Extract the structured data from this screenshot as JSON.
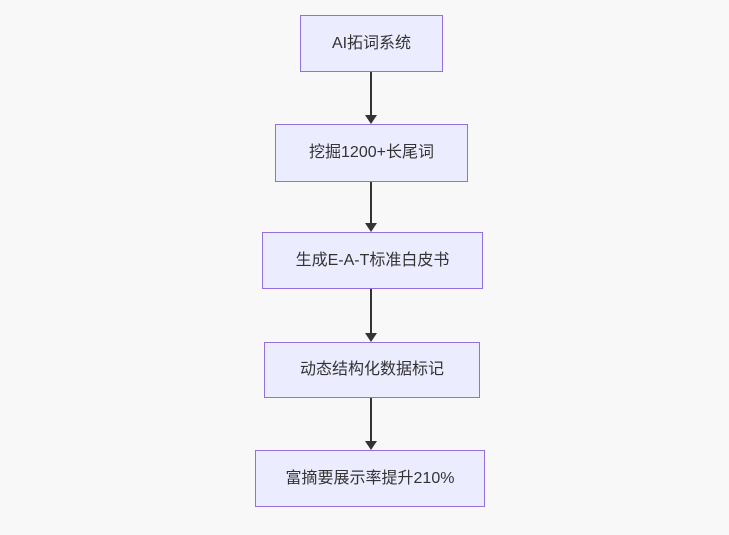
{
  "diagram": {
    "type": "flowchart",
    "direction": "top-down",
    "nodes": [
      {
        "id": "n1",
        "label": "AI拓词系统"
      },
      {
        "id": "n2",
        "label": "挖掘1200+长尾词"
      },
      {
        "id": "n3",
        "label": "生成E-A-T标准白皮书"
      },
      {
        "id": "n4",
        "label": "动态结构化数据标记"
      },
      {
        "id": "n5",
        "label": "富摘要展示率提升210%"
      }
    ],
    "edges": [
      {
        "from": "n1",
        "to": "n2",
        "label": ""
      },
      {
        "from": "n2",
        "to": "n3",
        "label": ""
      },
      {
        "from": "n3",
        "to": "n4",
        "label": ""
      },
      {
        "from": "n4",
        "to": "n5",
        "label": ""
      }
    ],
    "colors": {
      "node_fill": "#ECECFF",
      "node_border": "#9370DB",
      "node_text": "#333333",
      "edge": "#333333",
      "background": "#f8f8f8"
    }
  }
}
